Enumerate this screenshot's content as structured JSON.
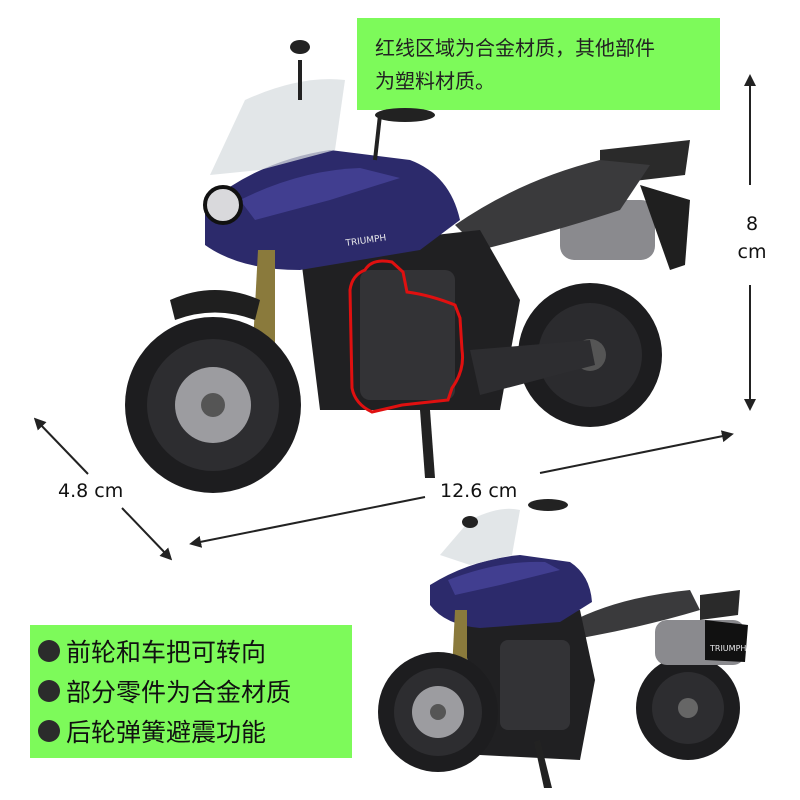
{
  "note": {
    "line1": "红线区域为合金材质，其他部件",
    "line2": "为塑料材质。"
  },
  "features": [
    {
      "label": "前轮和车把可转向"
    },
    {
      "label": "部分零件为合金材质"
    },
    {
      "label": "后轮弹簧避震功能"
    }
  ],
  "dimensions": {
    "height_value": "8",
    "height_unit": "cm",
    "width": "4.8 cm",
    "length": "12.6 cm"
  },
  "brand": {
    "tank_logo": "TRIUMPH",
    "plate_logo": "TRIUMPH"
  },
  "colors": {
    "accent_green": "#7dfa5a",
    "bike_blue": "#2c2a6b",
    "alloy_outline": "#e01010"
  }
}
